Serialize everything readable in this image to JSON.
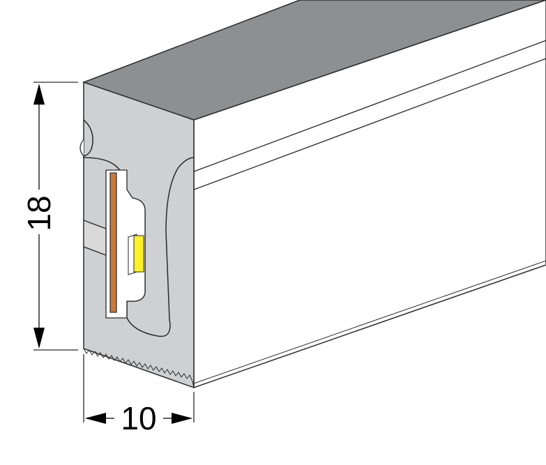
{
  "dimensions": {
    "height_label": "18",
    "width_label": "10"
  },
  "colors": {
    "top_face": "#8e8f91",
    "front_face": "#cfd0d2",
    "side_face": "#ffffff",
    "inner_cavity": "#ffffff",
    "pcb_strip": "#c8793c",
    "led_chip": "#fff12a",
    "cable": "#d9d9d9",
    "outline": "#2a2a2a"
  },
  "icons": {
    "height_arrow": "double-arrow-vertical",
    "width_arrow": "double-arrow-horizontal"
  }
}
